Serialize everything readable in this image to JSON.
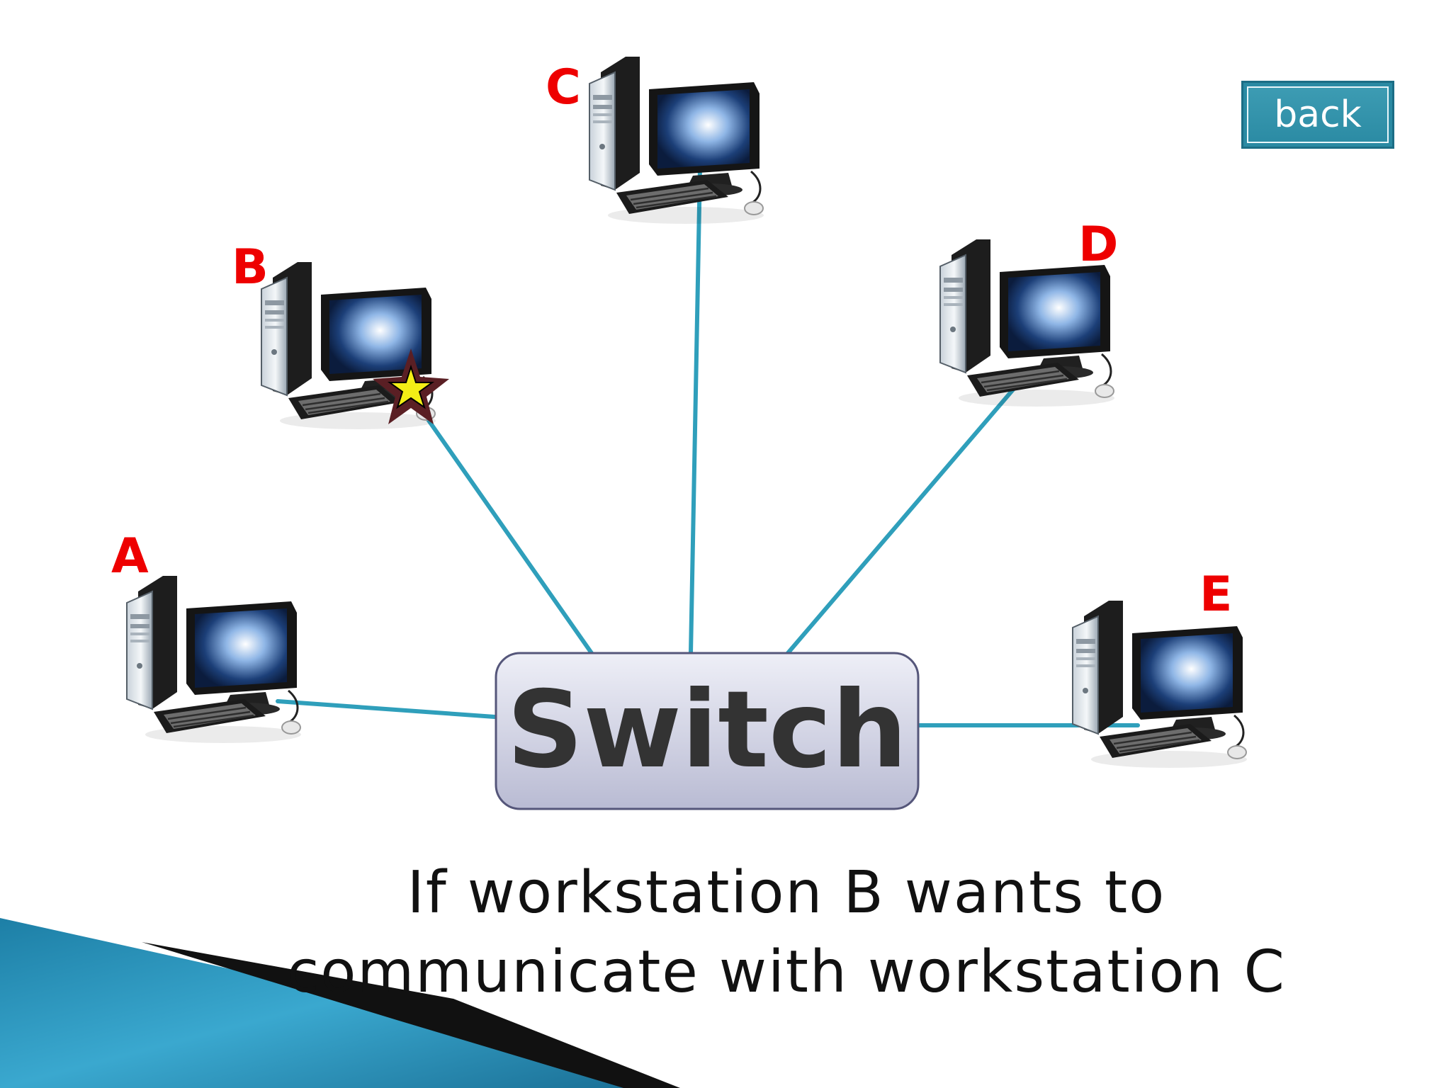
{
  "back_button": {
    "label": "back"
  },
  "switch": {
    "label": "Switch"
  },
  "workstations": [
    {
      "id": "A",
      "label": "A"
    },
    {
      "id": "B",
      "label": "B",
      "highlighted": true
    },
    {
      "id": "C",
      "label": "C"
    },
    {
      "id": "D",
      "label": "D"
    },
    {
      "id": "E",
      "label": "E"
    }
  ],
  "caption": {
    "line1": "If workstation B wants to",
    "line2": "communicate with workstation C"
  },
  "colors": {
    "link_line": "#2f9fbb",
    "workstation_label": "#ee0000",
    "switch_fill": "#d0d2e4",
    "switch_border": "#55567a",
    "back_button": "#2a8aa3",
    "star_fill": "#f3ee16",
    "star_outline": "#5a1f24"
  },
  "icons": {
    "workstation": "desktop-computer-icon",
    "marker": "star-icon"
  }
}
